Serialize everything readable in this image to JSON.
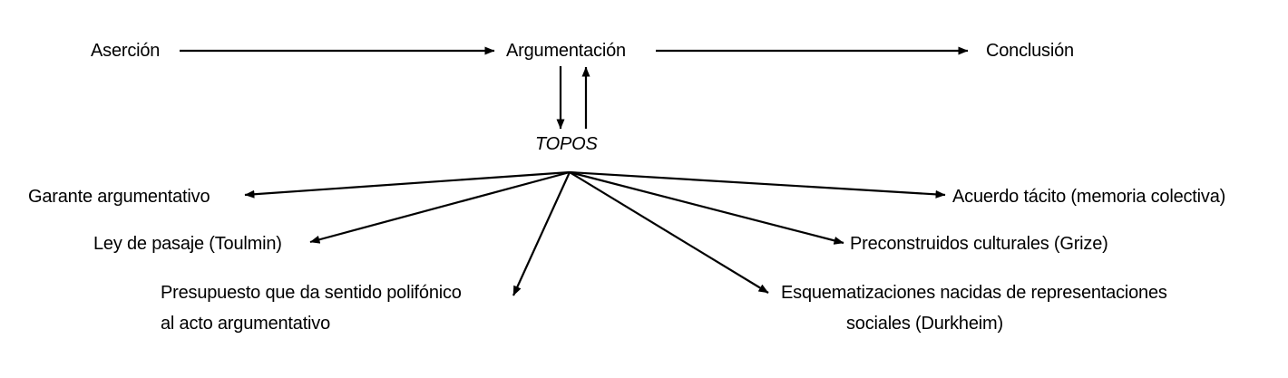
{
  "diagram": {
    "title": "TOPOS argumentation diagram",
    "stroke_color": "#000000",
    "background_color": "#ffffff",
    "nodes": {
      "asercion": "Aserción",
      "argumentacion": "Argumentación",
      "conclusion": "Conclusión",
      "topos": "TOPOS",
      "garante": "Garante argumentativo",
      "ley_pasaje": "Ley de pasaje (Toulmin)",
      "presupuesto_line1": "Presupuesto que da sentido polifónico",
      "presupuesto_line2": "al acto argumentativo",
      "acuerdo": "Acuerdo tácito (memoria colectiva)",
      "preconstruidos": "Preconstruidos culturales (Grize)",
      "esquematizaciones_line1": "Esquematizaciones nacidas de representaciones",
      "esquematizaciones_line2": "sociales (Durkheim)"
    },
    "connectors": [
      {
        "name": "asercion-to-argumentacion",
        "from": "asercion",
        "to": "argumentacion",
        "direction": "right"
      },
      {
        "name": "argumentacion-to-conclusion",
        "from": "argumentacion",
        "to": "conclusion",
        "direction": "right"
      },
      {
        "name": "argumentacion-to-topos",
        "from": "argumentacion",
        "to": "topos",
        "direction": "down"
      },
      {
        "name": "topos-to-argumentacion",
        "from": "topos",
        "to": "argumentacion",
        "direction": "up"
      },
      {
        "name": "topos-to-garante",
        "from": "topos",
        "to": "garante",
        "direction": "left"
      },
      {
        "name": "topos-to-ley-pasaje",
        "from": "topos",
        "to": "ley_pasaje",
        "direction": "down-left"
      },
      {
        "name": "topos-to-presupuesto",
        "from": "topos",
        "to": "presupuesto",
        "direction": "down-left"
      },
      {
        "name": "topos-to-esquematizaciones",
        "from": "topos",
        "to": "esquematizaciones",
        "direction": "down-right"
      },
      {
        "name": "topos-to-preconstruidos",
        "from": "topos",
        "to": "preconstruidos",
        "direction": "down-right"
      },
      {
        "name": "topos-to-acuerdo",
        "from": "topos",
        "to": "acuerdo",
        "direction": "right"
      }
    ]
  }
}
